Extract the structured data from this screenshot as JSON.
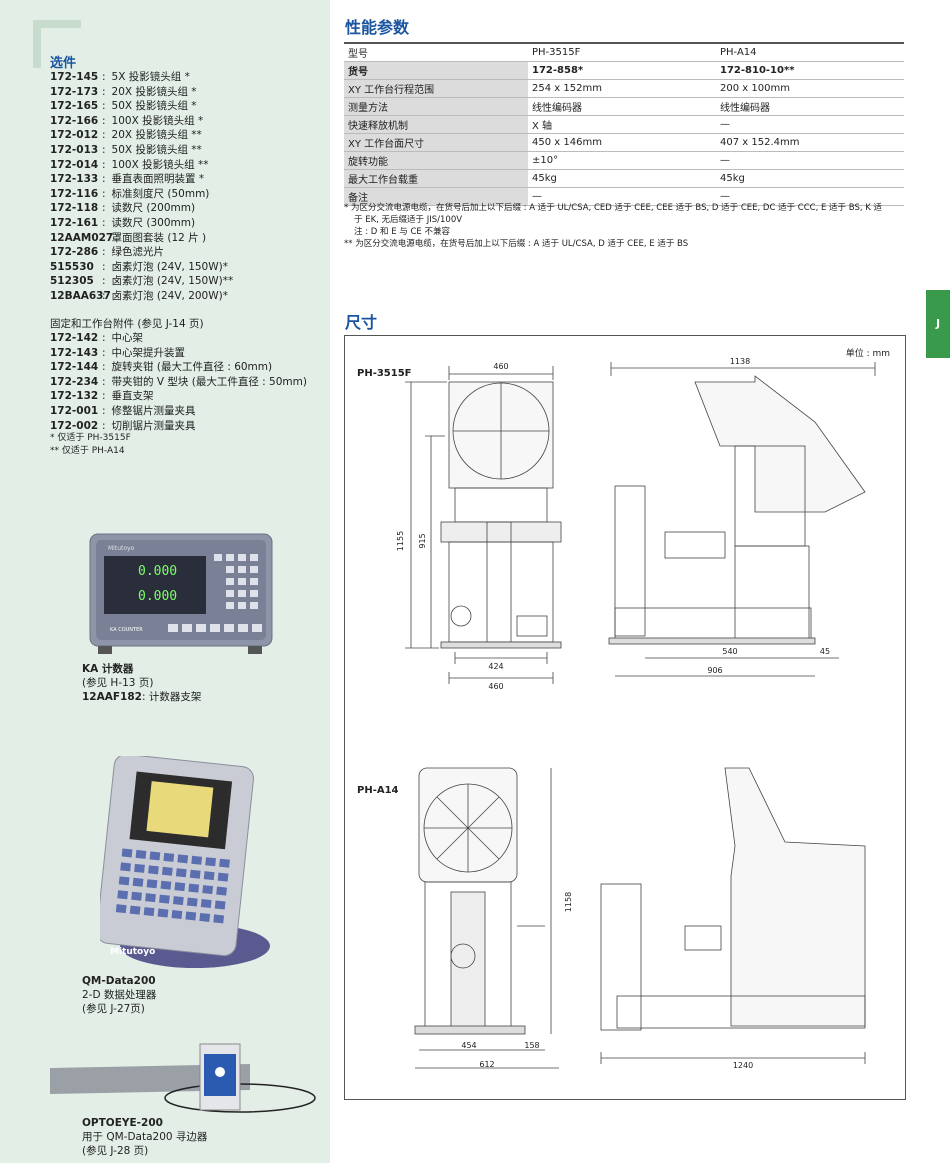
{
  "sidebar": {
    "title": "选件",
    "options": [
      {
        "code": "172-145",
        "desc": "5X 投影镜头组 *"
      },
      {
        "code": "172-173",
        "desc": "20X 投影镜头组 *"
      },
      {
        "code": "172-165",
        "desc": "50X 投影镜头组 *"
      },
      {
        "code": "172-166",
        "desc": "100X 投影镜头组 *"
      },
      {
        "code": "172-012",
        "desc": "20X 投影镜头组 **"
      },
      {
        "code": "172-013",
        "desc": "50X 投影镜头组 **"
      },
      {
        "code": "172-014",
        "desc": "100X 投影镜头组 **"
      },
      {
        "code": "172-133",
        "desc": "垂直表面照明装置 *"
      },
      {
        "code": "172-116",
        "desc": "标准刻度尺 (50mm)"
      },
      {
        "code": "172-118",
        "desc": "读数尺 (200mm)"
      },
      {
        "code": "172-161",
        "desc": "读数尺 (300mm)"
      },
      {
        "code": "12AAM027",
        "desc": "罩面图套装 (12 片 )"
      },
      {
        "code": "172-286",
        "desc": "绿色滤光片"
      },
      {
        "code": "515530",
        "desc": "卤素灯泡 (24V, 150W)*"
      },
      {
        "code": "512305",
        "desc": "卤素灯泡 (24V, 150W)**"
      },
      {
        "code": "12BAA637",
        "desc": "卤素灯泡 (24V, 200W)*"
      }
    ],
    "fixture_title": "固定和工作台附件 (参见 J-14 页)",
    "fixtures": [
      {
        "code": "172-142",
        "desc": "中心架"
      },
      {
        "code": "172-143",
        "desc": "中心架提升装置"
      },
      {
        "code": "172-144",
        "desc": "旋转夹钳 (最大工件直径 : 60mm)"
      },
      {
        "code": "172-234",
        "desc": "带夹钳的 V 型块 (最大工件直径 : 50mm)"
      },
      {
        "code": "172-132",
        "desc": "垂直支架"
      },
      {
        "code": "172-001",
        "desc": "修整锯片测量夹具"
      },
      {
        "code": "172-002",
        "desc": "切削锯片测量夹具"
      }
    ],
    "note1": "*  仅适于 PH-3515F",
    "note2": "** 仅适于 PH-A14",
    "ka": {
      "name": "KA 计数器",
      "ref": "(参见 H-13 页)",
      "stand_code": "12AAF182",
      "stand_desc": ": 计数器支架",
      "readout1": "0.000",
      "readout2": "0.000",
      "brand": "Mitutoyo",
      "label": "KA COUNTER"
    },
    "qm": {
      "name": "QM-Data200",
      "desc": "2-D 数据处理器",
      "ref": "(参见 J-27页)",
      "brand": "Mitutoyo"
    },
    "opto": {
      "name": "OPTOEYE-200",
      "desc": "用于 QM-Data200 寻边器",
      "ref": "(参见 J-28 页)"
    }
  },
  "main": {
    "spec_title": "性能参数",
    "spec_header": [
      "型号",
      "PH-3515F",
      "PH-A14"
    ],
    "spec_rows": [
      [
        "货号",
        "172-858*",
        "172-810-10**"
      ],
      [
        "XY 工作台行程范围",
        "254 x 152mm",
        "200 x 100mm"
      ],
      [
        "测量方法",
        "线性编码器",
        "线性编码器"
      ],
      [
        "快速释放机制",
        "X 轴",
        "—"
      ],
      [
        "XY 工作台面尺寸",
        "450 x 146mm",
        "407 x 152.4mm"
      ],
      [
        "旋转功能",
        "±10°",
        "—"
      ],
      [
        "最大工作台载重",
        "45kg",
        "45kg"
      ],
      [
        "备注",
        "—",
        "—"
      ]
    ],
    "note_a": "*  为区分交流电源电缆，在货号后加上以下后缀 : A 适于 UL/CSA, CED 适于 CEE, CEE 适于 BS, D 适于 CEE, DC 适于 CCC, E 适于 BS, K 适",
    "note_a2": "于 EK, 无后缀适于 JIS/100V",
    "note_b": "注 : D 和 E 与 CE 不兼容",
    "note_c": "** 为区分交流电源电缆，在货号后加上以下后缀 : A 适于 UL/CSA, D 适于 CEE, E 适于 BS",
    "dim_title": "尺寸",
    "unit": "单位 : mm",
    "model1": "PH-3515F",
    "model2": "PH-A14",
    "dims1": {
      "w_top": "460",
      "h_total": "1155",
      "h_mid": "915",
      "w_base": "424",
      "w_base2": "460",
      "side_w": "1138",
      "side_depth": "540",
      "side_off": "45",
      "side_base": "906"
    },
    "dims2": {
      "h_total": "1158",
      "w_a": "454",
      "w_b": "158",
      "w_base": "612",
      "side_w": "1240"
    },
    "tab": "J"
  }
}
